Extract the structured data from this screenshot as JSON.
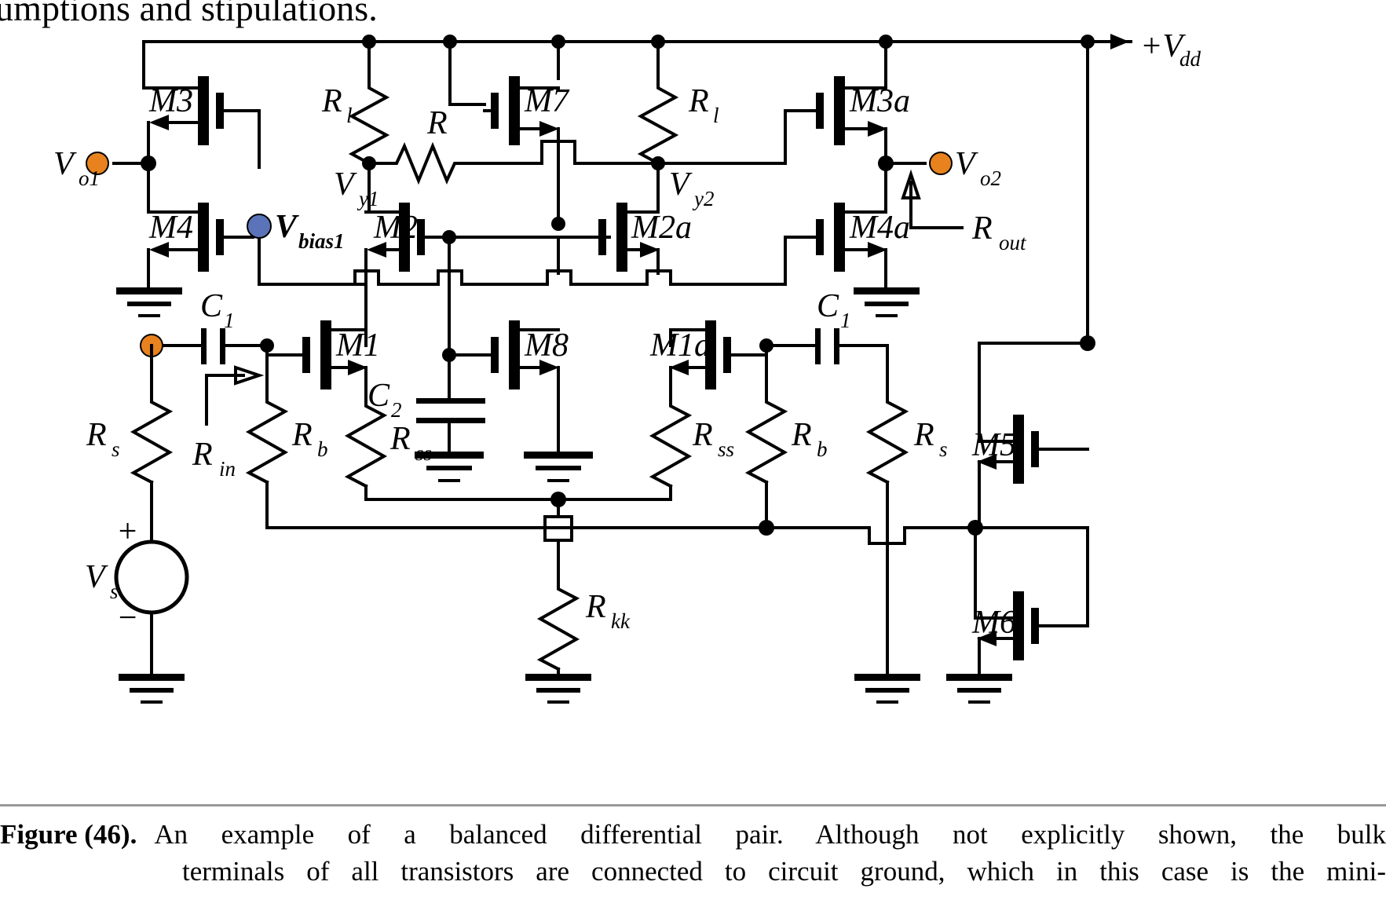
{
  "page": {
    "top_text_fragment": "umptions and stipulations.",
    "figure_label": "Figure (46).",
    "caption_line1": "An example of a balanced differential pair.   Although not explicitly shown, the bulk",
    "caption_line2": "terminals of all transistors are connected to circuit ground, which in this case is the mini-"
  },
  "colors": {
    "wire": "#000000",
    "node_output": "#E8821E",
    "node_bias": "#5B73B8",
    "rule": "#9a9a9a"
  },
  "labels": {
    "vdd": "+V",
    "vdd_sub": "dd",
    "vo1": "V",
    "vo1_sub": "o1",
    "vo2": "V",
    "vo2_sub": "o2",
    "vy1": "V",
    "vy1_sub": "y1",
    "vy2": "V",
    "vy2_sub": "y2",
    "vbias1": "V",
    "vbias1_sub": "bias1",
    "vs": "V",
    "vs_sub": "s",
    "rin": "R",
    "rin_sub": "in",
    "rout": "R",
    "rout_sub": "out",
    "plus": "+",
    "minus": "−"
  },
  "transistors": [
    {
      "id": "M3",
      "name": "M3"
    },
    {
      "id": "M4",
      "name": "M4"
    },
    {
      "id": "M7",
      "name": "M7"
    },
    {
      "id": "M2",
      "name": "M2"
    },
    {
      "id": "M2a",
      "name": "M2a"
    },
    {
      "id": "M3a",
      "name": "M3a"
    },
    {
      "id": "M4a",
      "name": "M4a"
    },
    {
      "id": "M1",
      "name": "M1"
    },
    {
      "id": "M8",
      "name": "M8"
    },
    {
      "id": "M1a",
      "name": "M1a"
    },
    {
      "id": "M5",
      "name": "M5"
    },
    {
      "id": "M6",
      "name": "M6"
    }
  ],
  "resistors": [
    {
      "id": "Rl_left",
      "name": "R",
      "sub": "l"
    },
    {
      "id": "Rl_right",
      "name": "R",
      "sub": "l"
    },
    {
      "id": "R_mid",
      "name": "R",
      "sub": ""
    },
    {
      "id": "Rs_left",
      "name": "R",
      "sub": "s"
    },
    {
      "id": "Rb_left",
      "name": "R",
      "sub": "b"
    },
    {
      "id": "Rss_left",
      "name": "R",
      "sub": "ss"
    },
    {
      "id": "Rss_right",
      "name": "R",
      "sub": "ss"
    },
    {
      "id": "Rb_right",
      "name": "R",
      "sub": "b"
    },
    {
      "id": "Rs_right",
      "name": "R",
      "sub": "s"
    },
    {
      "id": "Rkk",
      "name": "R",
      "sub": "kk"
    }
  ],
  "capacitors": [
    {
      "id": "C1_left",
      "name": "C",
      "sub": "1"
    },
    {
      "id": "C2_mid",
      "name": "C",
      "sub": "2"
    },
    {
      "id": "C1_right",
      "name": "C",
      "sub": "1"
    }
  ],
  "source": {
    "id": "Vs",
    "name": "V",
    "sub": "s",
    "plus": "+",
    "minus": "−"
  },
  "nodes": [
    {
      "id": "Vo1",
      "type": "output-terminal",
      "color": "#E8821E"
    },
    {
      "id": "Vo2",
      "type": "output-terminal",
      "color": "#E8821E"
    },
    {
      "id": "Vin",
      "type": "input-terminal",
      "color": "#E8821E"
    },
    {
      "id": "Vbias1",
      "type": "bias-terminal",
      "color": "#5B73B8"
    }
  ]
}
